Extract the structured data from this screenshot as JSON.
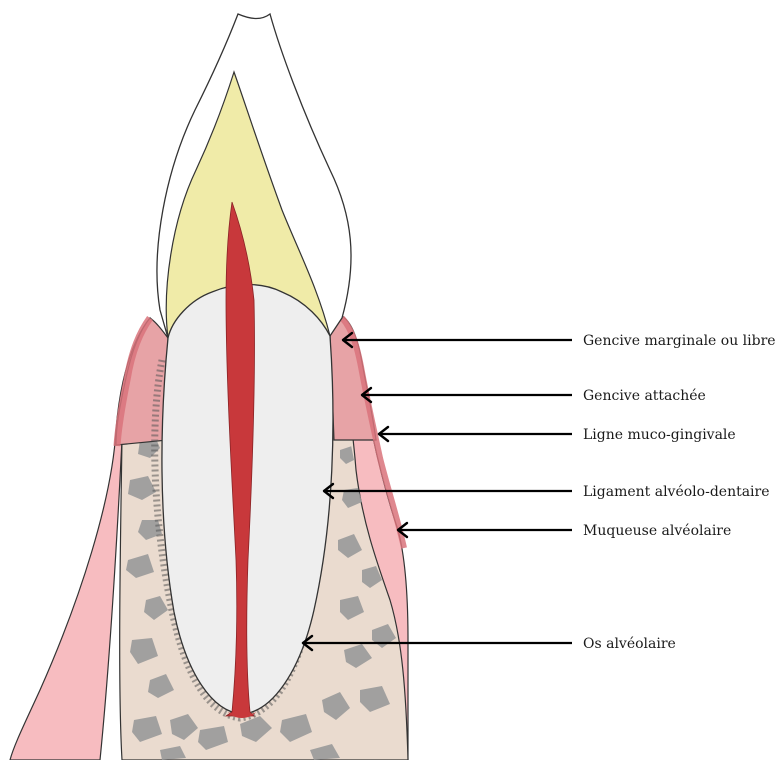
{
  "colors": {
    "gingiva_dark": "#d9737b",
    "gingiva_medium": "#e7a3a6",
    "mucosa": "#f7bcc0",
    "bone": "#eadbcf",
    "trabecular": "#9a9a9a",
    "dentin": "#eeeeee",
    "enamel": "#f0eba8",
    "pulp": "#c8383b",
    "outline": "#333333"
  },
  "labels": {
    "gencive_marginale": "Gencive marginale ou libre",
    "gencive_attachee": "Gencive attachée",
    "ligne_muco_gingivale": "Ligne muco-gingivale",
    "ligament": "Ligament alvéolo-dentaire",
    "muqueuse": "Muqueuse alvéolaire",
    "os": "Os alvéolaire"
  }
}
